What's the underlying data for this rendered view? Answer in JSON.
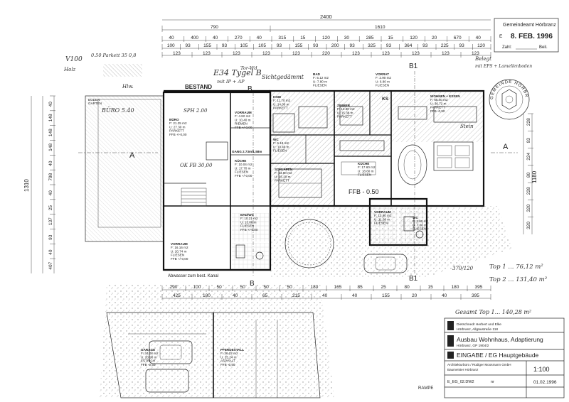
{
  "stamp": {
    "line1": "Gemeindeamt Hörbranz",
    "received_prefix": "E",
    "date": "8. FEB. 1996",
    "zahl_label": "Zahl:",
    "beil_label": "Beil."
  },
  "seal": {
    "text": "GEMEINDE HÖRBRANZ"
  },
  "dims_top": {
    "overall": "2400",
    "row2": [
      "790",
      "1610"
    ],
    "row3": [
      "40",
      "400",
      "40",
      "270",
      "40",
      "315",
      "15",
      "120",
      "30",
      "285",
      "15",
      "120",
      "20",
      "670",
      "40"
    ],
    "row4": [
      "100",
      "93",
      "155",
      "93",
      "105",
      "105",
      "93",
      "155",
      "93",
      "200",
      "93",
      "325",
      "93",
      "364",
      "93",
      "225",
      "93",
      "120"
    ],
    "row5": [
      "123",
      "123",
      "123",
      "123",
      "123",
      "220",
      "123",
      "123",
      "123",
      "123",
      "123"
    ]
  },
  "dims_left": {
    "overall": "1310",
    "segments": [
      "40",
      "148",
      "148",
      "148",
      "40",
      "798",
      "40",
      "25",
      "137",
      "93",
      "40",
      "407"
    ]
  },
  "dims_right": {
    "overall": "1180",
    "segments": [
      "228",
      "93",
      "224",
      "80",
      "228",
      "320",
      "320"
    ]
  },
  "dims_bottom": {
    "row1": [
      "290",
      "100",
      "50",
      "50",
      "50",
      "50",
      "180",
      "165",
      "85",
      "25",
      "80",
      "15",
      "180",
      "395"
    ],
    "row2": [
      "425",
      "180",
      "40",
      "65",
      "215",
      "40",
      "40",
      "155",
      "20",
      "40",
      "395"
    ]
  },
  "section": {
    "a_label": "A",
    "b_label": "B",
    "b1_label": "B1"
  },
  "labels": {
    "bestand": "BESTAND",
    "ffb": "FFB - 0.50",
    "abwasser": "Abwasser zum best. Kanal",
    "rampe": "RAMPE",
    "ks": "KS",
    "boden": "BODEN",
    "garten": "GARTEN",
    "ok_ffb": "OK FB 30,00"
  },
  "rooms": [
    {
      "id": "buero",
      "lines": [
        "BÜRO",
        "F: 21.25 m2",
        "U: 27.30 m",
        "PARKETT",
        "FFB +/-0,00"
      ]
    },
    {
      "id": "vorraum1",
      "lines": [
        "VORRAUM",
        "F: 4.82 m2",
        "U: 10,40 m",
        "RIEMEN",
        "FFB +/-0,00"
      ]
    },
    {
      "id": "bad",
      "lines": [
        "BAD",
        "F: 5.12 m2",
        "U: 7.80 m",
        "FLIESEN"
      ]
    },
    {
      "id": "zimmer",
      "lines": [
        "ZIMMER",
        "F: 13.90 m2",
        "U: 15.38 m",
        "PARKETT"
      ]
    },
    {
      "id": "vorrat",
      "lines": [
        "VORRAT",
        "F: 2.90 m2",
        "U: 6.80 m",
        "FLIESEN"
      ]
    },
    {
      "id": "wohnen",
      "lines": [
        "WOHNEN + ESSEN",
        "F: 65.40 m2",
        "U: 36.72 m",
        "PARKETT",
        "FFB -0,50"
      ]
    },
    {
      "id": "kind",
      "lines": [
        "KIND",
        "F: 11.70 m2",
        "U: 14.00 m",
        "PARKETT"
      ]
    },
    {
      "id": "kueche1",
      "lines": [
        "KÜCHE",
        "F: 10.04 m2",
        "U: 17.70 m",
        "FLIESEN",
        "FFB +/-0,00"
      ]
    },
    {
      "id": "gang",
      "lines": [
        "GANG 2.73m/1,58m"
      ]
    },
    {
      "id": "wc",
      "lines": [
        "WC",
        "F: 6.19 m2",
        "U: 10.46 m",
        "FLIESEN"
      ]
    },
    {
      "id": "kueche2",
      "lines": [
        "KÜCHE",
        "F: 17.60 m2",
        "U: 18.60 m",
        "FLIESEN"
      ]
    },
    {
      "id": "schlafen",
      "lines": [
        "SCHLAFEN",
        "F: 13.80 m2",
        "U: 15.20 m",
        "PARKETT"
      ]
    },
    {
      "id": "badwc",
      "lines": [
        "BAD/WC",
        "F: 10.21 m2",
        "U: 13.86 m",
        "FLIESEN",
        "FFB +/-0,00"
      ]
    },
    {
      "id": "vorraum2",
      "lines": [
        "VORRAUM",
        "F: 16.16 m2",
        "U: 20.74 m",
        "FLIESEN",
        "FFB +/-0,00"
      ]
    },
    {
      "id": "vorraum3",
      "lines": [
        "VORRAUM",
        "F: 13.90 m2",
        "U: 11.00 m",
        "FLIESEN"
      ]
    },
    {
      "id": "dusche",
      "lines": [
        "WC",
        "F: 2.80 m2",
        "U: 7.00 m",
        "FLIESEN"
      ]
    },
    {
      "id": "garage",
      "lines": [
        "GARAGE",
        "F: 34.08 m2",
        "U: 20.90 m",
        "ESTRICH",
        "FFB -0,50"
      ]
    },
    {
      "id": "pferdestall",
      "lines": [
        "PFERDESTALL",
        "F: 36.22 m2",
        "U: 25.24 m",
        "ASPHALT",
        "FFB -0,50"
      ]
    }
  ],
  "handwriting": {
    "top_left1": "V100",
    "top_left2": "Holz",
    "top_left3": "0.50 Parkett 35 0,8",
    "top_left4": "Hlw.",
    "top_mid1": "E34 Tygel B",
    "top_mid2": "Sichtgedämmt",
    "top_mid3": "Tor-Wd",
    "top_mid4": "mit IP + AP",
    "top_right1": "Belegt",
    "top_right2": "mit EPS + Lamellenboden",
    "left_room": "BÜRO 5.40",
    "left_room2": "SPH 2.00",
    "dining": "Stein",
    "top1": "Top 1 ... 76,12 m²",
    "top2": "Top 2 ... 131,40 m²",
    "gesamt": "Gesamt Top 1... 140,28 m²",
    "frac": "370/120"
  },
  "titleblock": {
    "owner_caption": "Dietschnedr Herbert und Elke",
    "owner_address": "Hörbranz, Allgäustraße 118",
    "project": "Ausbau Wohnhaus, Adaptierung",
    "project_sub": "Hörbranz, GP 1904/2",
    "drawing": "EINGABE / EG Hauptgebäude",
    "architect": "Architekturbüro / Rüdiger Moosmann GmbH",
    "architect2": "Baumeister Hörbranz",
    "scale": "1:100",
    "plan_no": "E_EG_02.DW2",
    "plan_no_label": "nr",
    "date": "01.02.1996"
  }
}
